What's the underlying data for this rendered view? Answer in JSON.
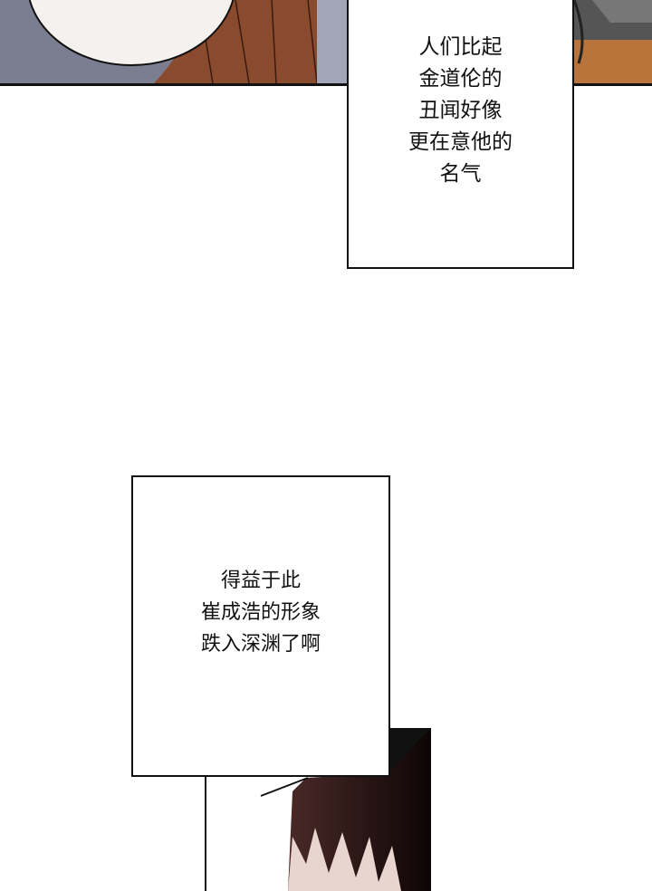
{
  "caption_1": {
    "lines": [
      "人们比起",
      "金道伦的",
      "丑闻好像",
      "更在意他的",
      "名气"
    ]
  },
  "caption_2": {
    "lines": [
      "得益于此",
      "崔成浩的形象",
      "跌入深渊了啊"
    ]
  },
  "colors": {
    "hair_brown": "#8a4a2e",
    "hair_dark": "#3a1e1e",
    "panel_gray": "#7d7f92",
    "floor_orange": "#b8743a"
  }
}
